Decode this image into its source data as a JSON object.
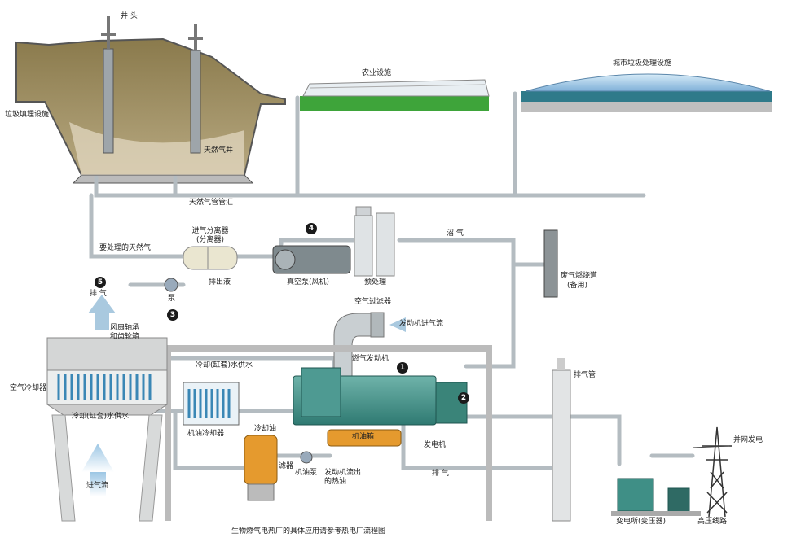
{
  "labels": {
    "well_head": "井 头",
    "landfill": "垃圾填埋设施",
    "gas_well": "天然气井",
    "agriculture": "农业设施",
    "city_waste": "城市垃圾处理设施",
    "gas_manifold": "天然气管管汇",
    "gas_to_treat": "要处理的天然气",
    "separator": "进气分离器",
    "separator_sub": "(分离器)",
    "drain": "排出液",
    "pump": "泵",
    "vacuum_pump": "真空泵(风机)",
    "pretreat": "预处理",
    "biogas": "沼 气",
    "flare": "废气燃烧道",
    "flare_sub": "(备用)",
    "exhaust_top": "排 气",
    "fan_bearing": "风扇轴承",
    "gear_box": "和齿轮箱",
    "air_filter": "空气过滤器",
    "engine_intake": "发动机进气流",
    "cool_supply": "冷却(缸套)水供水",
    "gas_engine": "燃气发动机",
    "air_cooler": "空气冷却器",
    "cool_return": "冷却(缸套)水供水",
    "oil_cooler": "机油冷却器",
    "cooling_oil": "冷却油",
    "oil_tank": "机油箱",
    "generator": "发电机",
    "exhaust_pipe": "排气管",
    "grid": "并网发电",
    "filter_v": "滤器",
    "oil_filter": "机油泵",
    "engine_hot_oil": "发动机流出",
    "engine_hot_oil2": "的热油",
    "exhaust_bottom": "排 气",
    "intake_air": "进气流",
    "substation": "变电所(变压器)",
    "hv_line": "高压线路",
    "caption": "生物燃气电热厂的具体应用请参考热电厂流程图"
  },
  "markers": {
    "m1": "1",
    "m2": "2",
    "m3": "3",
    "m4": "4",
    "m5": "5"
  },
  "colors": {
    "pipe": "#c8cdd0",
    "pipe_edge": "#8a9298",
    "soil": "#9b8a5c",
    "grass": "#3ea43a",
    "engine": "#3f8f86",
    "oil": "#e59a2e",
    "arrow": "#a9c9df"
  }
}
